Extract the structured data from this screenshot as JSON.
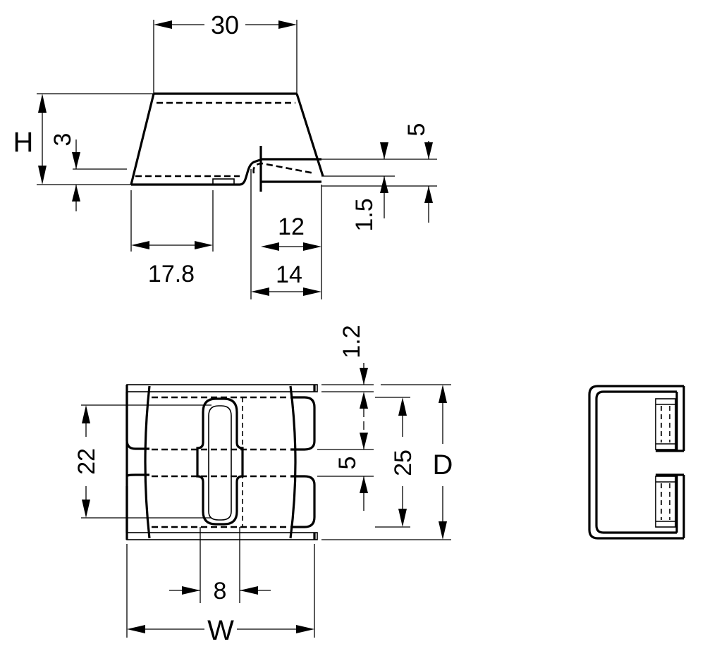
{
  "dimensions": {
    "top_width": "30",
    "height_symbol": "H",
    "offset_3": "3",
    "tab_5": "5",
    "tab_1_5": "1.5",
    "len_12": "12",
    "len_14": "14",
    "len_17_8": "17.8",
    "gap_1_2": "1.2",
    "slot_22": "22",
    "slot_5": "5",
    "span_25": "25",
    "depth_symbol": "D",
    "hole_8": "8",
    "width_symbol": "W"
  }
}
